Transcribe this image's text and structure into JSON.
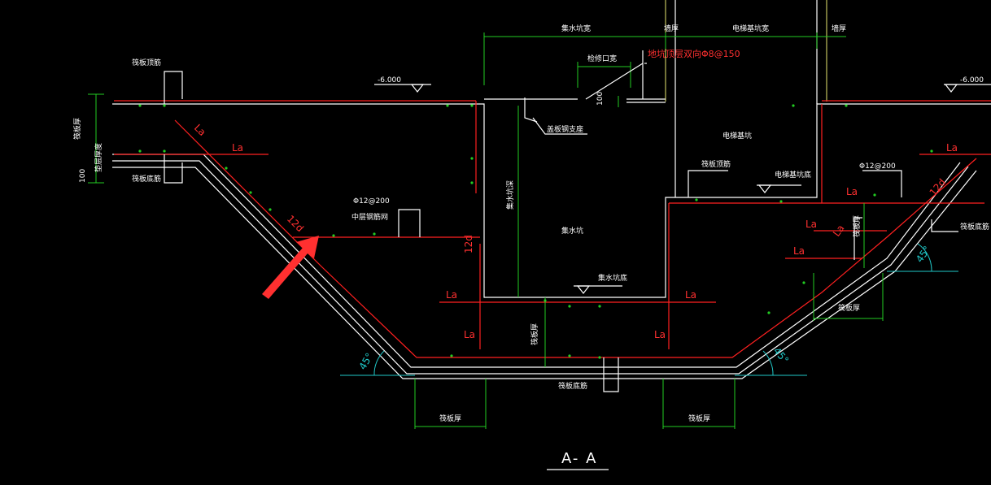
{
  "colors": {
    "background": "#000000",
    "rebar": "#ff2020",
    "outline": "#ffffff",
    "dimension": "#22cc22",
    "ground": "#20c8c8",
    "wall": "#e8e870",
    "arrow": "#ff3030"
  },
  "labels": {
    "top_rebar_left": "筏板顶筋",
    "bottom_rebar_left": "筏板底筋",
    "raft_thick_left": "筏板厚",
    "pad_thick": "垫层厚度",
    "dim_100": "100",
    "elev_left": "-6.000",
    "elev_right": "-6.000",
    "sump_width": "集水坑宽",
    "wall_thick_1": "墙厚",
    "elevator_width": "电梯基坑宽",
    "wall_thick_2": "墙厚",
    "repair_opening": "检修口宽",
    "red_note": "地坑顶层双向Φ8@150",
    "dim_100_mid": "100",
    "cover_plate_support": "盖板钢支座",
    "elevator_pit": "电梯基坑",
    "raft_top_right": "筏板顶筋",
    "elevator_pit_bottom": "电梯基坑底",
    "rebar_spec_right": "Φ12@200",
    "rebar_spec_mid": "Φ12@200",
    "mid_mesh": "中层钢筋网",
    "sump_depth": "集水坑深",
    "sump": "集水坑",
    "sump_bottom": "集水坑底",
    "raft_thick_mid": "筏板厚",
    "raft_bottom_mid": "筏板底筋",
    "raft_thick_bottom_left": "筏板厚",
    "raft_thick_bottom_right": "筏板厚",
    "raft_thick_right": "筏板厚",
    "raft_bottom_right": "筏板底筋",
    "raft_thick_right_vert": "筏板厚",
    "la": "La",
    "d12": "12d",
    "angle_45": "45°",
    "section_title": "A- A"
  }
}
